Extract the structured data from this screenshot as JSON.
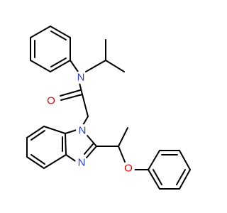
{
  "atoms": {
    "amide_n": {
      "label": "N",
      "color": "#2d3fcf"
    },
    "carbonyl_o": {
      "label": "O",
      "color": "#e00000"
    },
    "ring_n1": {
      "label": "N",
      "color": "#2d3fcf"
    },
    "ring_n3": {
      "label": "N",
      "color": "#2d3fcf"
    },
    "ether_o": {
      "label": "O",
      "color": "#e00000"
    }
  },
  "colors": {
    "bond": "#000000",
    "nitrogen": "#2d3fcf",
    "oxygen": "#e00000",
    "background": "#ffffff"
  }
}
